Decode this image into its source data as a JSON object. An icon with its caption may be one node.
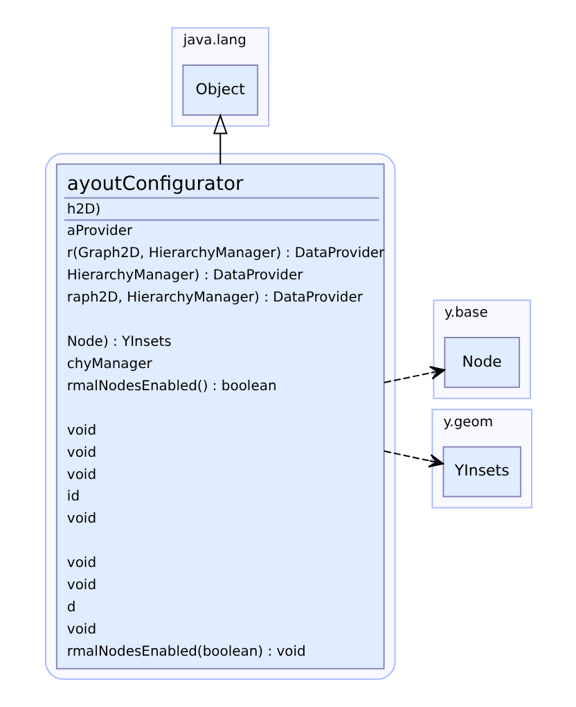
{
  "diagram": {
    "nodes": [
      {
        "text": [
          "java.lang"
        ]
      },
      {
        "text": [
          "Object"
        ],
        "in": 0
      },
      {
        "text": [],
        "shape": "box"
      },
      {
        "text": [
          "ayoutConfigurator",
          "h2D)",
          "aProvider",
          "r(Graph2D, HierarchyManager) : DataProvider",
          "HierarchyManager) : DataProvider",
          "raph2D, HierarchyManager) : DataProvider",
          "Node) : YInsets",
          "chyManager",
          "rmalNodesEnabled() : boolean",
          "void",
          "void",
          "void",
          "id",
          "void",
          "void",
          "void",
          "d",
          "void",
          "rmalNodesEnabled(boolean) : void"
        ],
        "in": 2
      },
      {
        "text": [
          "y.base"
        ]
      },
      {
        "text": [
          "Node"
        ],
        "in": 4
      },
      {
        "text": [
          "y.geom"
        ]
      },
      {
        "text": [
          "YInsets"
        ],
        "in": 6
      }
    ],
    "edges": [
      {
        "from": 3,
        "to": 1,
        "arrow": "to"
      },
      {
        "from": 3,
        "to": 5,
        "arrow": "to",
        "style": "dashed"
      },
      {
        "from": 3,
        "to": 7,
        "arrow": "to",
        "style": "dashed"
      }
    ]
  }
}
